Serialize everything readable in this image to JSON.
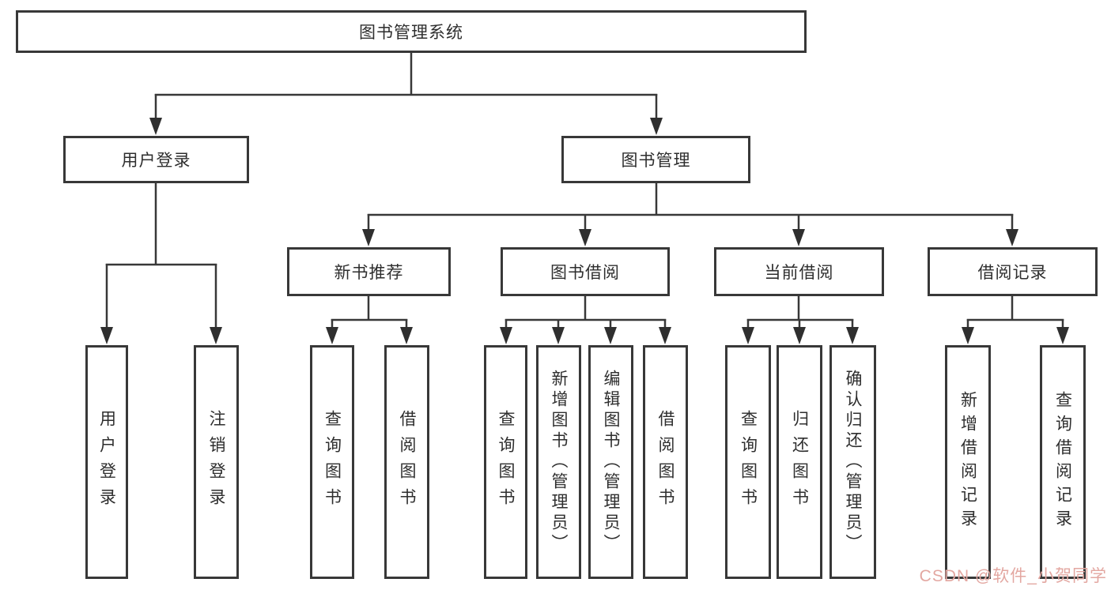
{
  "diagram": {
    "type": "tree-structure-chart",
    "colors": {
      "line": "#383838",
      "box_border": "#383838",
      "text": "#2e2e2e",
      "background": "#ffffff",
      "watermark": "#e3a7a1"
    },
    "nodes": {
      "root": "图书管理系统",
      "user_login": "用户登录",
      "book_management": "图书管理",
      "new_book_recommend": "新书推荐",
      "book_borrowing": "图书借阅",
      "current_borrowing": "当前借阅",
      "borrowing_records": "借阅记录",
      "leaf_user_login": "用户登录",
      "leaf_logout": "注销登录",
      "leaf_nbr_search_books": "查询图书",
      "leaf_nbr_borrow_books": "借阅图书",
      "leaf_bb_search_books": "查询图书",
      "leaf_bb_add_books": "新增图书（管理员）",
      "leaf_bb_edit_books": "编辑图书（管理员）",
      "leaf_bb_borrow_books": "借阅图书",
      "leaf_cb_search_books": "查询图书",
      "leaf_cb_return_books": "归还图书",
      "leaf_cb_confirm_return": "确认归还（管理员）",
      "leaf_br_add_record": "新增借阅记录",
      "leaf_br_search_record": "查询借阅记录"
    },
    "hierarchy": {
      "图书管理系统": {
        "用户登录": [
          "用户登录",
          "注销登录"
        ],
        "图书管理": {
          "新书推荐": [
            "查询图书",
            "借阅图书"
          ],
          "图书借阅": [
            "查询图书",
            "新增图书（管理员）",
            "编辑图书（管理员）",
            "借阅图书"
          ],
          "当前借阅": [
            "查询图书",
            "归还图书",
            "确认归还（管理员）"
          ],
          "借阅记录": [
            "新增借阅记录",
            "查询借阅记录"
          ]
        }
      }
    },
    "watermark": "CSDN @软件_小贺同学"
  }
}
